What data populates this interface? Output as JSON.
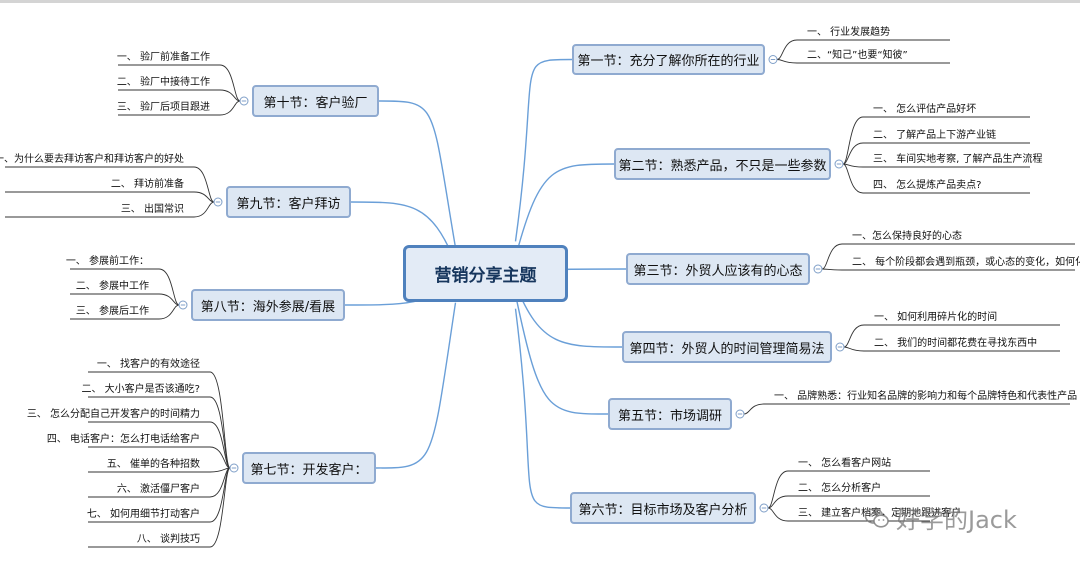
{
  "central": "营销分享主题",
  "sections": [
    {
      "id": "s1",
      "title": "第一节：充分了解你所在的行业",
      "items": [
        "一、 行业发展趋势",
        "二、“知己”也要“知彼”"
      ]
    },
    {
      "id": "s2",
      "title": "第二节：熟悉产品，不只是一些参数",
      "items": [
        "一、 怎么评估产品好坏",
        "二、 了解产品上下游产业链",
        "三、 车间实地考察, 了解产品生产流程",
        "四、 怎么提炼产品卖点?"
      ]
    },
    {
      "id": "s3",
      "title": "第三节：外贸人应该有的心态",
      "items": [
        "一、怎么保持良好的心态",
        "二、 每个阶段都会遇到瓶颈，或心态的变化，如何化解"
      ]
    },
    {
      "id": "s4",
      "title": "第四节：外贸人的时间管理简易法",
      "items": [
        "一、 如何利用碎片化的时间",
        "二、 我们的时间都花费在寻找东西中"
      ]
    },
    {
      "id": "s5",
      "title": "第五节：市场调研",
      "items": [
        "一、 品牌熟悉：行业知名品牌的影响力和每个品牌特色和代表性产品"
      ]
    },
    {
      "id": "s6",
      "title": "第六节：目标市场及客户分析",
      "items": [
        "一、 怎么看客户网站",
        "二、 怎么分析客户",
        "三、 建立客户档案，定期地跟进客户"
      ]
    },
    {
      "id": "s7",
      "title": "第七节：开发客户：",
      "items": [
        "一、 找客户的有效途径",
        "二、 大小客户是否该通吃?",
        "三、 怎么分配自己开发客户的时间精力",
        "四、 电话客户：怎么打电话给客户",
        "五、 催单的各种招数",
        "六、 激活僵尸客户",
        "七、 如何用细节打动客户",
        "八、 谈判技巧"
      ]
    },
    {
      "id": "s8",
      "title": "第八节：海外参展/看展",
      "items": [
        "一、 参展前工作：",
        "二、 参展中工作",
        "三、 参展后工作"
      ]
    },
    {
      "id": "s9",
      "title": "第九节：客户拜访",
      "items": [
        "一、为什么要去拜访客户和拜访客户的好处",
        "二、 拜访前准备",
        "三、 出国常识"
      ]
    },
    {
      "id": "s10",
      "title": "第十节：客户验厂",
      "items": [
        "一、 验厂前准备工作",
        "二、 验厂中接待工作",
        "三、 验厂后项目跟进"
      ]
    }
  ],
  "watermark": {
    "text": "好学的Jack",
    "icon": "wechat-icon"
  },
  "colors": {
    "branch": "#6a9fd8",
    "node_fill": "#dde7f3",
    "node_border": "#8faad0",
    "central_border": "#4f81bd"
  }
}
